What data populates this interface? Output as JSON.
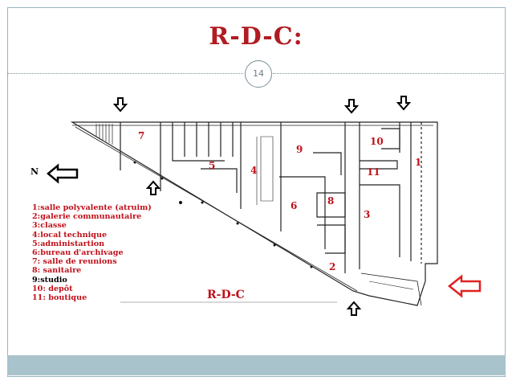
{
  "slide": {
    "title": "R-D-C:",
    "page_number": "14"
  },
  "plan": {
    "caption": "R-D-C",
    "north_label": "N",
    "room_numbers": {
      "r1": "1",
      "r2": "2",
      "r3": "3",
      "r4": "4",
      "r5": "5",
      "r6": "6",
      "r7": "7",
      "r8": "8",
      "r9": "9",
      "r10": "10",
      "r11": "11"
    },
    "legend": [
      {
        "num": "1:",
        "text": "salle polyvalente (atruim)"
      },
      {
        "num": "2:",
        "text": "galerie communautaire"
      },
      {
        "num": "3:",
        "text": "classe"
      },
      {
        "num": "4:",
        "text": "local technique"
      },
      {
        "num": "5:",
        "text": "administartion"
      },
      {
        "num": "6:",
        "text": "bureau d'archivage"
      },
      {
        "num": "7:",
        "text": " salle de reunions"
      },
      {
        "num": "8:",
        "text": " sanitaire"
      },
      {
        "num": "9:",
        "text": "studio"
      },
      {
        "num": "10:",
        "text": " depôt"
      },
      {
        "num": "11:",
        "text": " boutique"
      }
    ],
    "colors": {
      "accent": "#b01c22",
      "bar": "#a9c3cc",
      "arrow_red": "#e02020"
    }
  }
}
